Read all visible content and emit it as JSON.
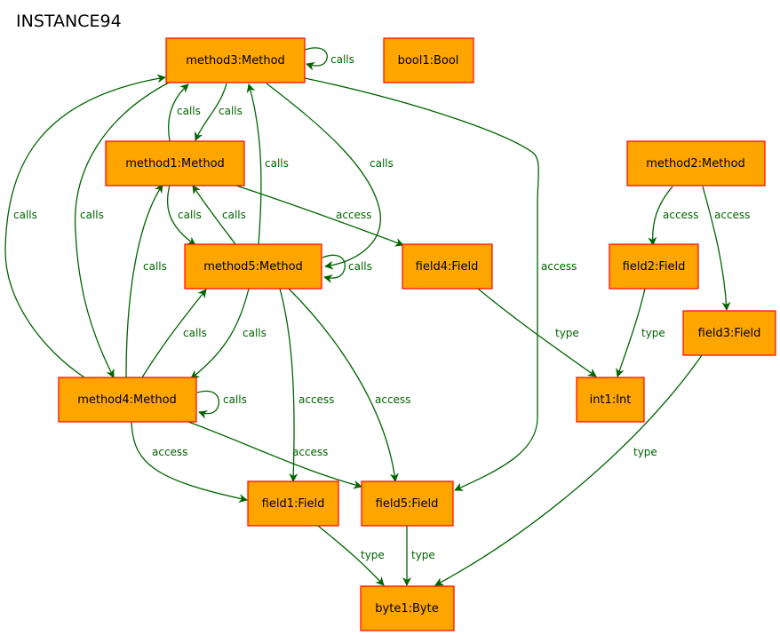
{
  "title": "INSTANCE94",
  "colors": {
    "node_fill": "#ffa500",
    "node_border": "#ff0000",
    "edge": "#006400"
  },
  "nodes": {
    "method3": "method3:Method",
    "bool1": "bool1:Bool",
    "method1": "method1:Method",
    "method2": "method2:Method",
    "method5": "method5:Method",
    "field4": "field4:Field",
    "field2": "field2:Field",
    "field3": "field3:Field",
    "method4": "method4:Method",
    "int1": "int1:Int",
    "field1": "field1:Field",
    "field5": "field5:Field",
    "byte1": "byte1:Byte"
  },
  "edges": [
    {
      "from": "method3",
      "to": "method3",
      "label": "calls"
    },
    {
      "from": "method3",
      "to": "method1",
      "label": "calls"
    },
    {
      "from": "method1",
      "to": "method3",
      "label": "calls"
    },
    {
      "from": "method3",
      "to": "method5",
      "label": "calls"
    },
    {
      "from": "method5",
      "to": "method3",
      "label": "calls"
    },
    {
      "from": "method3",
      "to": "method4",
      "label": "calls"
    },
    {
      "from": "method4",
      "to": "method3",
      "label": "calls"
    },
    {
      "from": "method3",
      "to": "field5",
      "label": "access"
    },
    {
      "from": "method1",
      "to": "method5",
      "label": "calls"
    },
    {
      "from": "method5",
      "to": "method1",
      "label": "calls"
    },
    {
      "from": "method1",
      "to": "field4",
      "label": "access"
    },
    {
      "from": "method4",
      "to": "method1",
      "label": "calls"
    },
    {
      "from": "method5",
      "to": "method5",
      "label": "calls"
    },
    {
      "from": "method5",
      "to": "method4",
      "label": "calls"
    },
    {
      "from": "method4",
      "to": "method5",
      "label": "calls"
    },
    {
      "from": "method5",
      "to": "field1",
      "label": "access"
    },
    {
      "from": "method5",
      "to": "field5",
      "label": "access"
    },
    {
      "from": "method4",
      "to": "method4",
      "label": "calls"
    },
    {
      "from": "method4",
      "to": "field1",
      "label": "access"
    },
    {
      "from": "method4",
      "to": "field5",
      "label": "access"
    },
    {
      "from": "method2",
      "to": "field2",
      "label": "access"
    },
    {
      "from": "method2",
      "to": "field3",
      "label": "access"
    },
    {
      "from": "field4",
      "to": "int1",
      "label": "type"
    },
    {
      "from": "field2",
      "to": "int1",
      "label": "type"
    },
    {
      "from": "field3",
      "to": "byte1",
      "label": "type"
    },
    {
      "from": "field1",
      "to": "byte1",
      "label": "type"
    },
    {
      "from": "field5",
      "to": "byte1",
      "label": "type"
    }
  ]
}
